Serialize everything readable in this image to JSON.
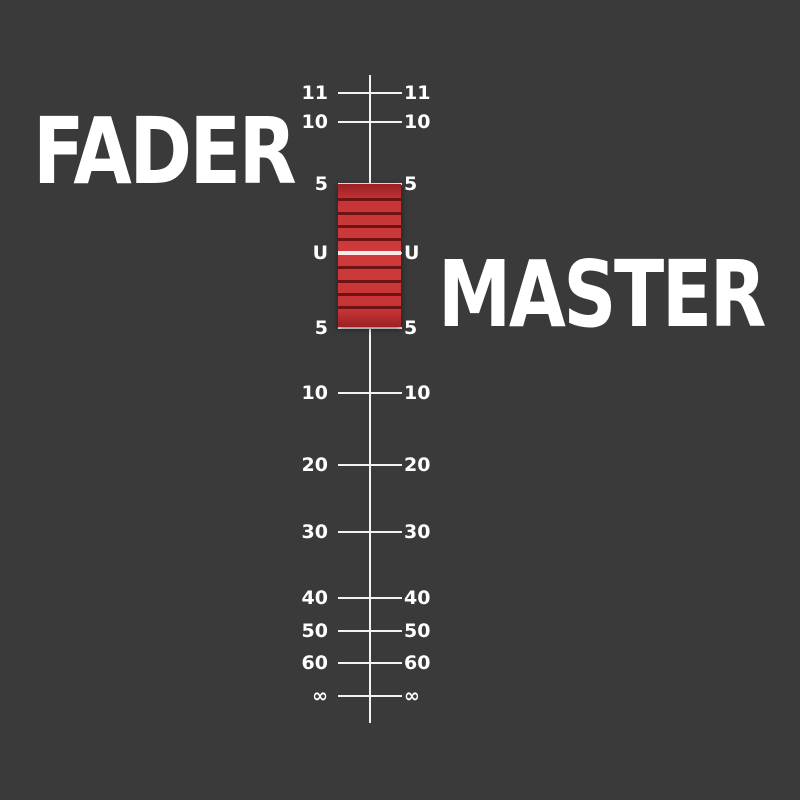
{
  "title": {
    "word1": "FADER",
    "word2": "MASTER"
  },
  "scale": {
    "left_labels": [
      "11",
      "10",
      "5",
      "U",
      "5",
      "10",
      "20",
      "30",
      "40",
      "50",
      "60",
      "∞"
    ],
    "right_labels": [
      "11",
      "10",
      "5",
      "U",
      "5",
      "10",
      "20",
      "30",
      "40",
      "50",
      "60",
      "∞"
    ]
  },
  "fader": {
    "level": "U",
    "cap_color": "#c73436",
    "indicator_color": "#ffffff"
  },
  "colors": {
    "background": "#3a3a3b",
    "text": "#ffffff"
  }
}
